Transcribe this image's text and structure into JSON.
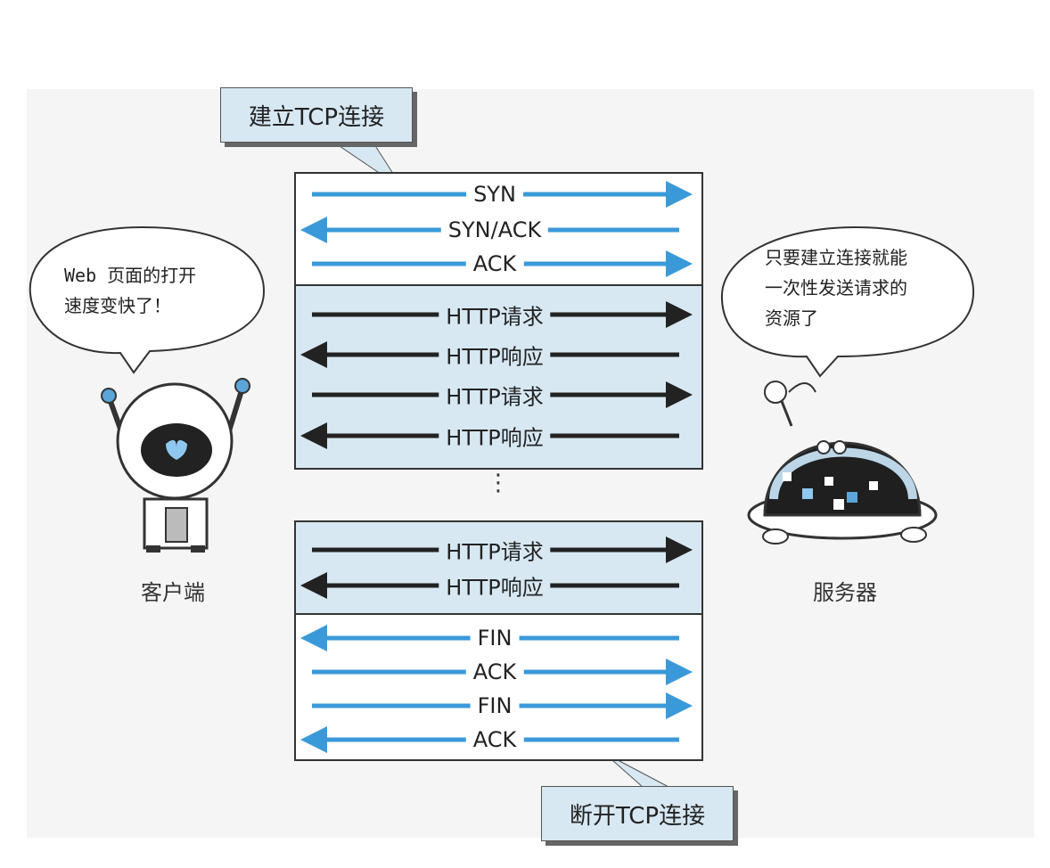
{
  "callouts": {
    "establish": "建立TCP连接",
    "disconnect": "断开TCP连接"
  },
  "messages": {
    "syn": "SYN",
    "synack": "SYN/ACK",
    "ack1": "ACK",
    "req1": "HTTP请求",
    "res1": "HTTP响应",
    "req2": "HTTP请求",
    "res2": "HTTP响应",
    "req3": "HTTP请求",
    "res3": "HTTP响应",
    "fin1": "FIN",
    "ack2": "ACK",
    "fin2": "FIN",
    "ack3": "ACK"
  },
  "client": {
    "label": "客户端",
    "speech_line1": "Web 页面的打开",
    "speech_line2": "速度变快了！"
  },
  "server": {
    "label": "服务器",
    "speech_line1": "只要建立连接就能",
    "speech_line2": "一次性发送请求的",
    "speech_line3": "资源了"
  },
  "ellipsis": "⋮",
  "colors": {
    "tcp_arrow": "#3a9ad9",
    "http_arrow": "#222222",
    "panel_blue": "#d7e8f2"
  }
}
